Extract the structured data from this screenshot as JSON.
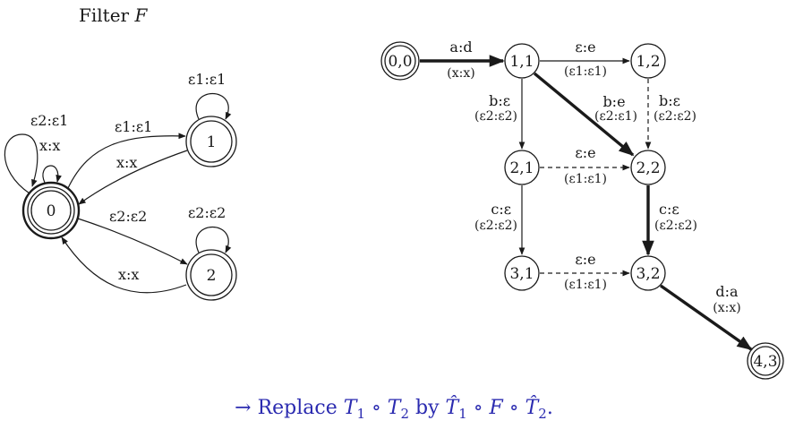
{
  "filter": {
    "title": "Filter",
    "title_var": "F",
    "states": [
      {
        "id": "s0",
        "label": "0"
      },
      {
        "id": "s1",
        "label": "1"
      },
      {
        "id": "s2",
        "label": "2"
      }
    ],
    "edges": {
      "s0_self_top": "ε2:ε1",
      "s0_self_inner": "x:x",
      "s0_to_s1": "ε1:ε1",
      "s1_to_s0": "x:x",
      "s1_self": "ε1:ε1",
      "s0_to_s2": "ε2:ε2",
      "s2_to_s0": "x:x",
      "s2_self": "ε2:ε2"
    }
  },
  "composition": {
    "states": {
      "n00": "0,0",
      "n11": "1,1",
      "n12": "1,2",
      "n21": "2,1",
      "n22": "2,2",
      "n31": "3,1",
      "n32": "3,2",
      "n43": "4,3"
    },
    "edges": {
      "n00_n11": {
        "label": "a:d",
        "sub": "(x:x)"
      },
      "n11_n12": {
        "label": "ε:e",
        "sub": "(ε1:ε1)"
      },
      "n11_n21": {
        "label": "b:ε",
        "sub": "(ε2:ε2)"
      },
      "n11_n22": {
        "label": "b:e",
        "sub": "(ε2:ε1)"
      },
      "n12_n22": {
        "label": "b:ε",
        "sub": "(ε2:ε2)"
      },
      "n21_n22": {
        "label": "ε:e",
        "sub": "(ε1:ε1)"
      },
      "n21_n31": {
        "label": "c:ε",
        "sub": "(ε2:ε2)"
      },
      "n22_n32": {
        "label": "c:ε",
        "sub": "(ε2:ε2)"
      },
      "n31_n32": {
        "label": "ε:e",
        "sub": "(ε1:ε1)"
      },
      "n32_n43": {
        "label": "d:a",
        "sub": "(x:x)"
      }
    }
  },
  "caption": {
    "arrow": "→",
    "text_before": " Replace ",
    "t1": "T",
    "t1_sub": "1",
    "op1": " ∘ ",
    "t2": "T",
    "t2_sub": "2",
    "by": " by ",
    "t1hat": "T̂",
    "t1hat_sub": "1",
    "op2": " ∘ ",
    "f": "F",
    "op3": " ∘ ",
    "t2hat": "T̂",
    "t2hat_sub": "2",
    "end": "."
  }
}
